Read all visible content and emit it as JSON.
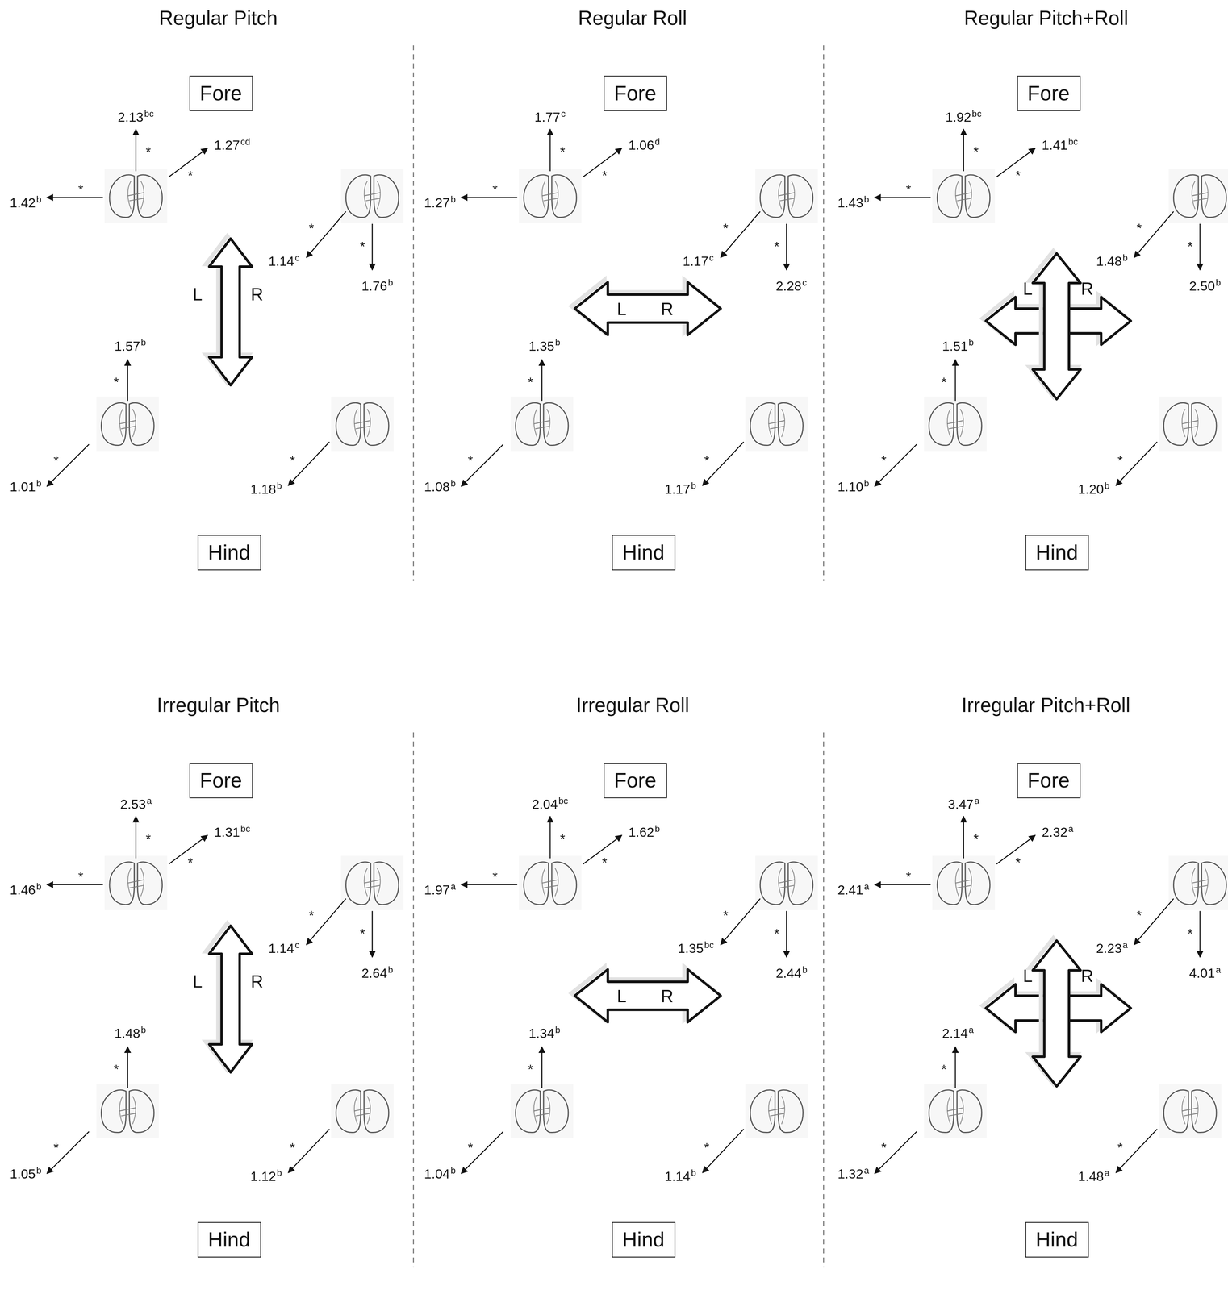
{
  "diagram": {
    "nodes": [
      {
        "text": [
          "Fore"
        ]
      },
      {
        "text": [
          "Hind"
        ]
      },
      {
        "text": [
          "Fore"
        ]
      },
      {
        "text": [
          "Hind"
        ]
      },
      {
        "text": [
          "Fore"
        ]
      },
      {
        "text": [
          "Hind"
        ]
      },
      {
        "text": [
          "Fore"
        ]
      },
      {
        "text": [
          "Hind"
        ]
      },
      {
        "text": [
          "Fore"
        ]
      },
      {
        "text": [
          "Hind"
        ]
      },
      {
        "text": [
          "Fore"
        ]
      },
      {
        "text": [
          "Hind"
        ]
      }
    ],
    "labels": [
      "Regular Pitch",
      "2.13",
      "bc",
      "*",
      "1.27",
      "cd",
      "*",
      "1.42",
      "b",
      "*",
      "1.14",
      "c",
      "*",
      "1.76",
      "b",
      "*",
      "1.57",
      "b",
      "*",
      "1.01",
      "b",
      "*",
      "1.18",
      "b",
      "*",
      "L",
      "R",
      "Regular Roll",
      "1.77",
      "c",
      "*",
      "1.06",
      "d",
      "*",
      "1.27",
      "b",
      "*",
      "1.17",
      "c",
      "*",
      "2.28",
      "c",
      "*",
      "1.35",
      "b",
      "*",
      "1.08",
      "b",
      "*",
      "1.17",
      "b",
      "*",
      "L",
      "R",
      "Regular Pitch+Roll",
      "1.92",
      "bc",
      "*",
      "1.41",
      "bc",
      "*",
      "1.43",
      "b",
      "*",
      "1.48",
      "b",
      "*",
      "2.50",
      "b",
      "*",
      "1.51",
      "b",
      "*",
      "1.10",
      "b",
      "*",
      "1.20",
      "b",
      "*",
      "L",
      "R",
      "Irregular Pitch",
      "2.53",
      "a",
      "*",
      "1.31",
      "bc",
      "*",
      "1.46",
      "b",
      "*",
      "1.14",
      "c",
      "*",
      "2.64",
      "b",
      "*",
      "1.48",
      "b",
      "*",
      "1.05",
      "b",
      "*",
      "1.12",
      "b",
      "*",
      "L",
      "R",
      "Irregular Roll",
      "2.04",
      "bc",
      "*",
      "1.62",
      "b",
      "*",
      "1.97",
      "a",
      "*",
      "1.35",
      "bc",
      "*",
      "2.44",
      "b",
      "*",
      "1.34",
      "b",
      "*",
      "1.04",
      "b",
      "*",
      "1.14",
      "b",
      "*",
      "L",
      "R",
      "Irregular Pitch+Roll",
      "3.47",
      "a",
      "*",
      "2.32",
      "a",
      "*",
      "2.41",
      "a",
      "*",
      "2.23",
      "a",
      "*",
      "4.01",
      "a",
      "*",
      "2.14",
      "a",
      "*",
      "1.32",
      "a",
      "*",
      "1.48",
      "a",
      "*",
      "L",
      "R"
    ]
  }
}
